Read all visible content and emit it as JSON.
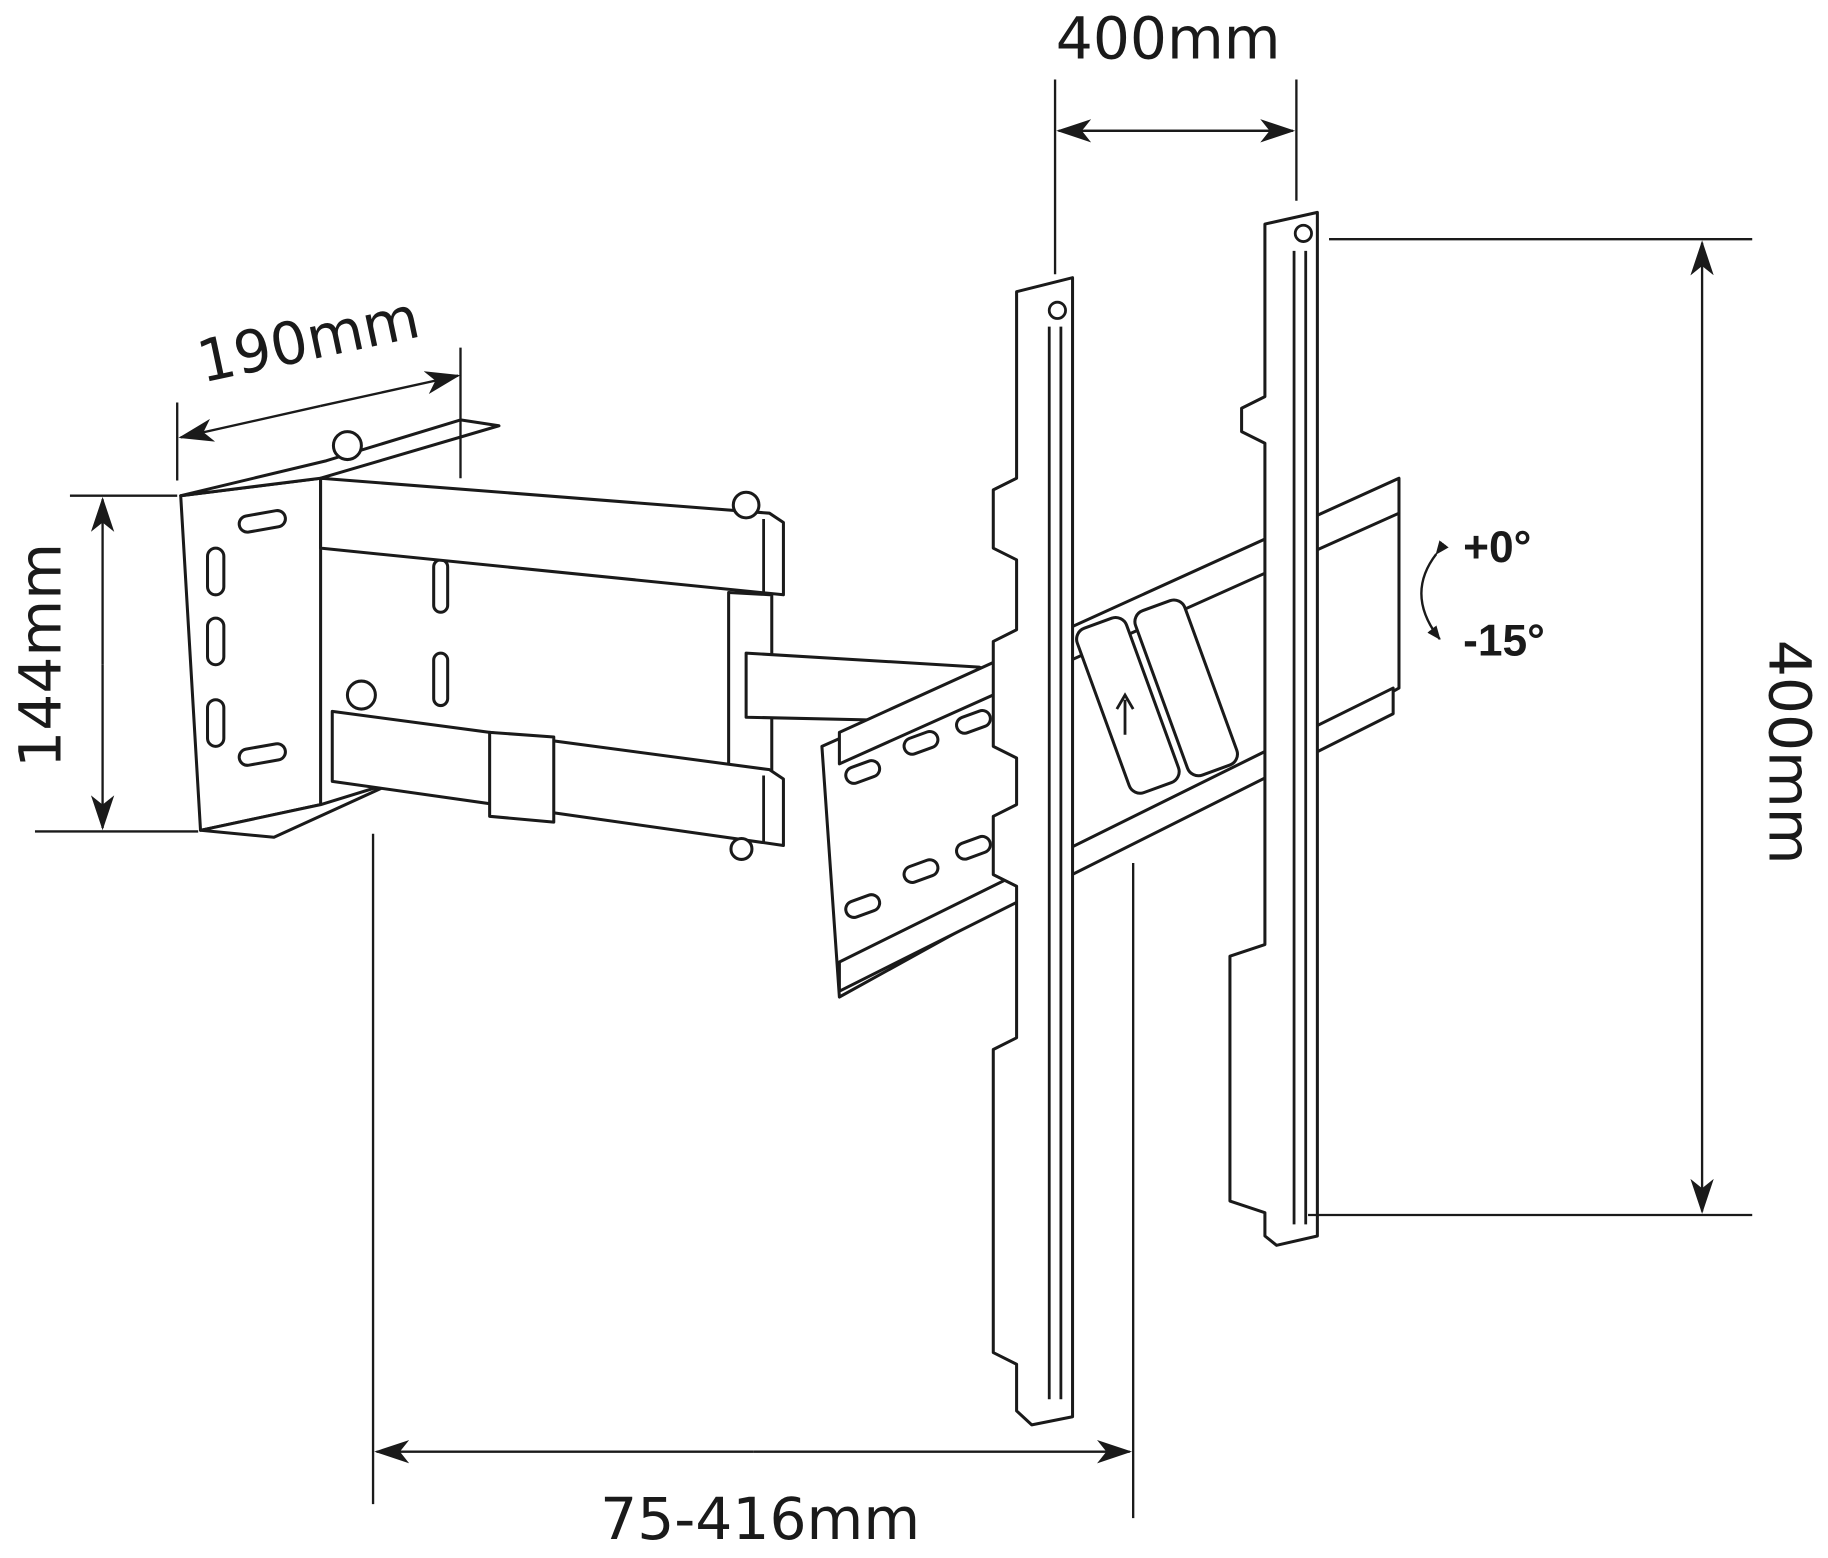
{
  "diagram": {
    "dimensions": {
      "vesa_width": "400mm",
      "vesa_height": "400mm",
      "arm_length": "190mm",
      "wall_plate_height": "144mm",
      "extension": "75-416mm"
    },
    "tilt": {
      "up": "+0°",
      "down": "-15°"
    }
  }
}
